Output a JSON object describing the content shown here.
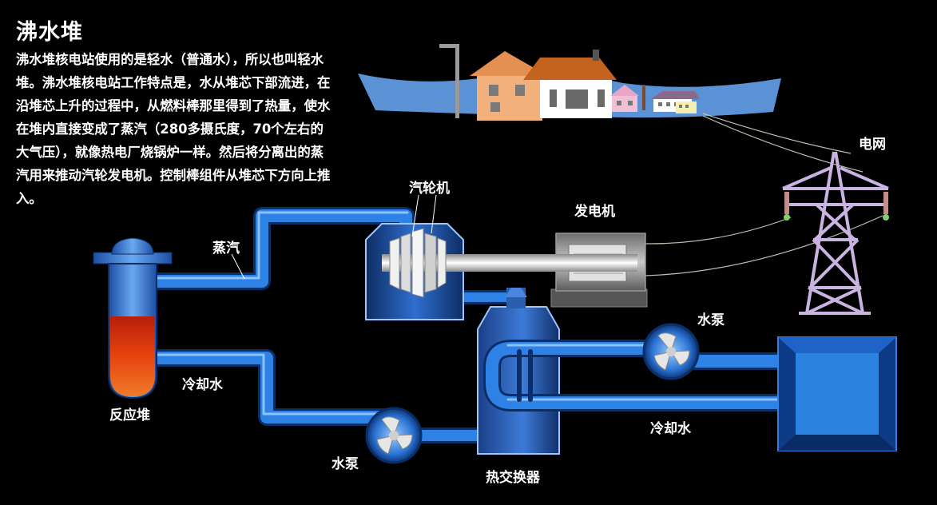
{
  "title": "沸水堆",
  "description": "沸水堆核电站使用的是轻水（普通水），所以也叫轻水堆。沸水堆核电站工作特点是，水从堆芯下部流进，在沿堆芯上升的过程中，从燃料棒那里得到了热量，使水在堆内直接变成了蒸汽（280多摄氏度，70个左右的大气压），就像热电厂烧锅炉一样。然后将分离出的蒸汽用来推动汽轮发电机。控制棒组件从堆芯下方向上推入。",
  "labels": {
    "grid": "电网",
    "turbine": "汽轮机",
    "generator": "发电机",
    "steam": "蒸汽",
    "reactor": "反应堆",
    "coolant_left": "冷却水",
    "coolant_right": "冷却水",
    "pump_left": "水泵",
    "pump_right": "水泵",
    "heat_exchanger": "热交换器"
  },
  "colors": {
    "background": "#000000",
    "pipe": "#1f6fd1",
    "pipe_highlight": "#6fb3ff",
    "vessel_blue": "#1c4fa0",
    "reactor_hot": "#e8380f",
    "tower": "#c9b3e0",
    "water_body": "#4f8fd6"
  }
}
